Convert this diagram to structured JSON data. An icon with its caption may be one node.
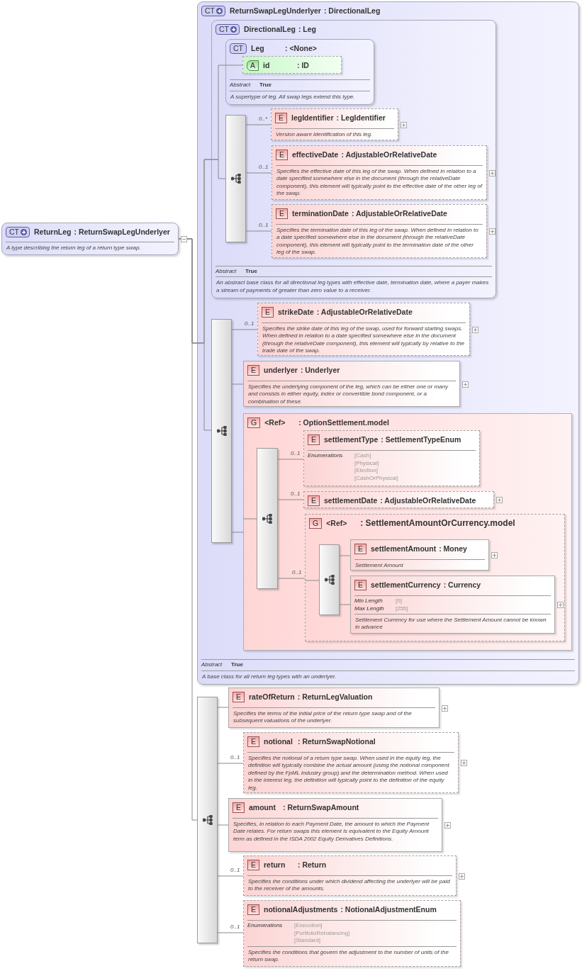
{
  "diagram": {
    "nodes": [
      {
        "text": [
          "CT",
          "ReturnLeg",
          ": ReturnSwapLegUnderlyer",
          "A type describing the return leg of a return type swap."
        ]
      },
      {
        "text": [
          "CT",
          "ReturnSwapLegUnderlyer",
          ": DirectionalLeg",
          "Abstract",
          "True",
          "A base class for all return leg types with an underlyer."
        ]
      },
      {
        "text": [
          "CT",
          "DirectionalLeg",
          ": Leg",
          "Abstract",
          "True",
          "An abstract base class for all directional leg types with effective date, termination date, where a payer makes a stream of payments of greater than zero value to a receiver."
        ],
        "in": 1
      },
      {
        "text": [
          "CT",
          "Leg",
          ": <None>",
          "Abstract",
          "True",
          "A supertype of leg. All swap legs extend this type."
        ],
        "in": 2
      },
      {
        "text": [
          "A",
          "id",
          ": ID"
        ],
        "in": 3
      },
      {
        "text": [],
        "shape": "bar",
        "in": 2
      },
      {
        "text": [
          "E",
          "legIdentifier",
          ": LegIdentifier",
          "Version aware identification of this leg."
        ],
        "in": 2
      },
      {
        "text": [
          "E",
          "effectiveDate",
          ": AdjustableOrRelativeDate",
          "Specifies the effective date of this leg of the swap. When defined in relation to a date specified somewhere else in the document (through the relativeDate component), this element will typically point to the effective date of the other leg of the swap."
        ],
        "in": 2
      },
      {
        "text": [
          "E",
          "terminationDate",
          ": AdjustableOrRelativeDate",
          "Specifies the termination date of this leg of the swap. When defined in relation to a date specified somewhere else in the document (through the relativeDate component), this element will typically point to the termination date of the other leg of the swap."
        ],
        "in": 2
      },
      {
        "text": [],
        "shape": "bar",
        "in": 1
      },
      {
        "text": [
          "E",
          "strikeDate",
          ": AdjustableOrRelativeDate",
          "Specifies the strike date of this leg of the swap, used for forward starting swaps. When defined in relation to a date specified somewhere else in the document (through the relativeDate component), this element will typically by relative to the trade date of the swap."
        ],
        "in": 1
      },
      {
        "text": [
          "E",
          "underlyer",
          ": Underlyer",
          "Specifies the underlying component of the leg, which can be either one or many and consists in either equity, index or convertible bond component, or a combination of these."
        ],
        "in": 1
      },
      {
        "text": [
          "G",
          "<Ref>",
          ": OptionSettlement.model"
        ],
        "in": 1
      },
      {
        "text": [],
        "shape": "bar",
        "in": 12
      },
      {
        "text": [
          "E",
          "settlementType",
          ": SettlementTypeEnum",
          "Enumerations",
          "[Cash]",
          "[Physical]",
          "[Election]",
          "[CashOrPhysical]"
        ],
        "in": 12
      },
      {
        "text": [
          "E",
          "settlementDate",
          ": AdjustableOrRelativeDate"
        ],
        "in": 12
      },
      {
        "text": [
          "G",
          "<Ref>",
          ": SettlementAmountOrCurrency.model"
        ],
        "in": 12
      },
      {
        "text": [],
        "shape": "bar",
        "in": 16
      },
      {
        "text": [
          "E",
          "settlementAmount",
          ": Money",
          "Settlement Amount"
        ],
        "in": 16
      },
      {
        "text": [
          "E",
          "settlementCurrency",
          ": Currency",
          "Min Length",
          "[0]",
          "Max Length",
          "[255]",
          "Settlement Currency for use where the Settlement Amount cannot be known in advance"
        ],
        "in": 16
      },
      {
        "text": [],
        "shape": "bar"
      },
      {
        "text": [
          "E",
          "rateOfReturn",
          ": ReturnLegValuation",
          "Specifies the terms of the initial price of the return type swap and of the subsequent valuations of the underlyer."
        ]
      },
      {
        "text": [
          "E",
          "notional",
          ": ReturnSwapNotional",
          "Specifies the notional of a return type swap. When used in the equity leg, the definition will typically combine the actual amount (using the notional component defined by the FpML industry group) and the determination method. When used in the interest leg, the definition will typically point to the definition of the equity leg."
        ]
      },
      {
        "text": [
          "E",
          "amount",
          ": ReturnSwapAmount",
          "Specifies, in relation to each Payment Date, the amount to which the Payment Date relates. For return swaps this element is equivalent to the Equity Amount term as defined in the ISDA 2002 Equity Derivatives Definitions."
        ]
      },
      {
        "text": [
          "E",
          "return",
          ": Return",
          "Specifies the conditions under which dividend affecting the underlyer will be paid to the receiver of the amounts."
        ]
      },
      {
        "text": [
          "E",
          "notionalAdjustments",
          ": NotionalAdjustmentEnum",
          "Enumerations",
          "[Execution]",
          "[PortfolioRebalancing]",
          "[Standard]",
          "Specifies the conditions that govern the adjustment to the number of units of the return swap."
        ]
      }
    ],
    "edges": [
      {
        "from": 0,
        "to": 4,
        "arrow": "none"
      },
      {
        "from": 0,
        "to": 5,
        "arrow": "none"
      },
      {
        "from": 0,
        "to": 9,
        "arrow": "none"
      },
      {
        "from": 0,
        "to": 20,
        "arrow": "none"
      },
      {
        "from": 5,
        "to": 6,
        "arrow": "none",
        "label": "0..*"
      },
      {
        "from": 5,
        "to": 7,
        "arrow": "none",
        "label": "0..1"
      },
      {
        "from": 5,
        "to": 8,
        "arrow": "none",
        "label": "0..1"
      },
      {
        "from": 9,
        "to": 10,
        "arrow": "none",
        "label": "0..1"
      },
      {
        "from": 9,
        "to": 11,
        "arrow": "none"
      },
      {
        "from": 9,
        "to": 12,
        "arrow": "none"
      },
      {
        "from": 12,
        "to": 13,
        "arrow": "none"
      },
      {
        "from": 13,
        "to": 14,
        "arrow": "none",
        "label": "0..1"
      },
      {
        "from": 13,
        "to": 15,
        "arrow": "none",
        "label": "0..1"
      },
      {
        "from": 13,
        "to": 16,
        "arrow": "none",
        "label": "0..1"
      },
      {
        "from": 16,
        "to": 17,
        "arrow": "none"
      },
      {
        "from": 17,
        "to": 18,
        "arrow": "none"
      },
      {
        "from": 17,
        "to": 19,
        "arrow": "none"
      },
      {
        "from": 20,
        "to": 21,
        "arrow": "none"
      },
      {
        "from": 20,
        "to": 22,
        "arrow": "none",
        "label": "0..1"
      },
      {
        "from": 20,
        "to": 23,
        "arrow": "none"
      },
      {
        "from": 20,
        "to": 24,
        "arrow": "none",
        "label": "0..1"
      },
      {
        "from": 20,
        "to": 25,
        "arrow": "none",
        "label": "0..1"
      }
    ]
  }
}
